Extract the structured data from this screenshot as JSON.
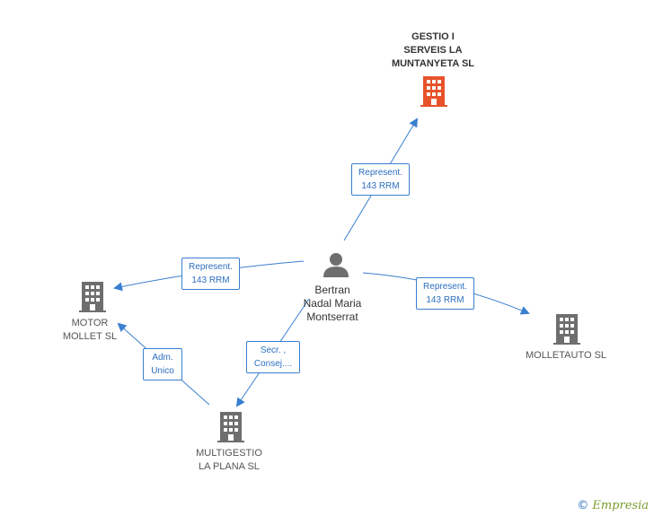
{
  "diagram": {
    "nodes": {
      "person": {
        "label": "Bertran\nNadal Maria\nMontserrat",
        "icon": "person-icon"
      },
      "gestio": {
        "label": "GESTIO I\nSERVEIS LA\nMUNTANYETA SL",
        "icon": "building-icon",
        "color": "#e8522a"
      },
      "motor": {
        "label": "MOTOR\nMOLLET SL",
        "icon": "building-icon",
        "color": "#6e6e6e"
      },
      "molletauto": {
        "label": "MOLLETAUTO SL",
        "icon": "building-icon",
        "color": "#6e6e6e"
      },
      "multigestio": {
        "label": "MULTIGESTIO\nLA PLANA SL",
        "icon": "building-icon",
        "color": "#6e6e6e"
      }
    },
    "edges": {
      "to_gestio": "Represent.\n143 RRM",
      "to_motor": "Represent.\n143 RRM",
      "to_molletauto": "Represent.\n143 RRM",
      "to_multigestio": "Secr. ,\nConsej....",
      "multigestio_to_motor": "Adm.\nUnico"
    },
    "colors": {
      "edge": "#3a7fd0",
      "person": "#6e6e6e"
    }
  },
  "brand": {
    "copyright": "©",
    "name": "Empresia"
  }
}
